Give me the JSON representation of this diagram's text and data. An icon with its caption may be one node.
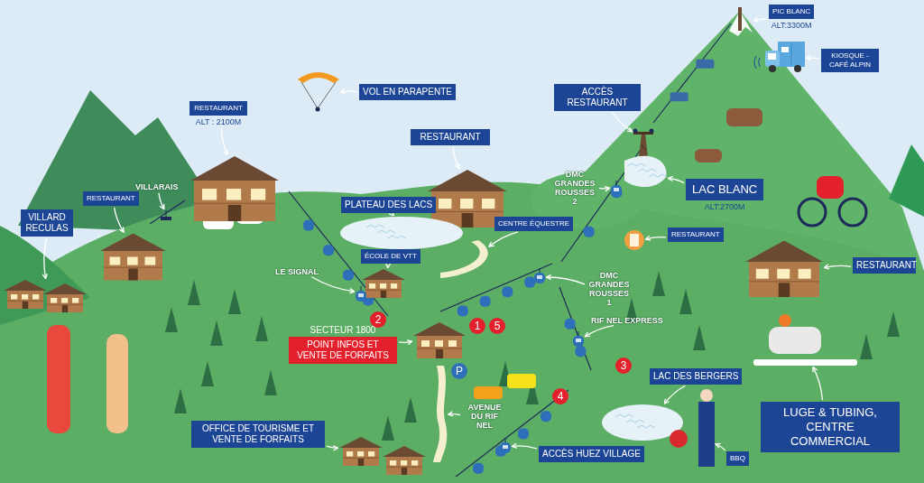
{
  "diagram": {
    "nodes": [
      {
        "text": [
          "RESTAURANT"
        ],
        "beside": [
          "ALT : 2100M"
        ]
      },
      {
        "text": [
          "VILLARAIS"
        ]
      },
      {
        "text": [
          "RESTAURANT"
        ]
      },
      {
        "text": [
          "VILLARD RECULAS"
        ]
      },
      {
        "text": [
          "VOL EN PARAPENTE"
        ]
      },
      {
        "text": [
          "RESTAURANT"
        ]
      },
      {
        "text": [
          "PLATEAU DES LACS"
        ]
      },
      {
        "text": [
          "CENTRE ÉQUESTRE"
        ]
      },
      {
        "text": [
          "ÉCOLE DE VTT"
        ]
      },
      {
        "text": [
          "LE SIGNAL"
        ]
      },
      {
        "text": [
          "ACCÈS RESTAURANT"
        ]
      },
      {
        "text": [
          "DMC GRANDES ROUSSES 2"
        ]
      },
      {
        "text": [
          "PIC BLANC"
        ],
        "beside": [
          "ALT:3300M"
        ]
      },
      {
        "text": [
          "KIOSQUE - CAFÉ ALPIN"
        ]
      },
      {
        "text": [
          "LAC BLANC"
        ],
        "beside": [
          "ALT:2700M"
        ]
      },
      {
        "text": [
          "RESTAURANT"
        ]
      },
      {
        "text": [
          "RESTAURANT"
        ]
      },
      {
        "text": [
          "DMC GRANDES ROUSSES 1"
        ]
      },
      {
        "text": [
          "POINT INFOS ET VENTE DE FORFAITS"
        ],
        "beside": [
          "SECTEUR 1800"
        ]
      },
      {
        "text": [
          "RIF NEL EXPRESS"
        ]
      },
      {
        "text": [
          "AVENUE DU RIF NEL"
        ]
      },
      {
        "text": [
          "OFFICE DE TOURISME ET VENTE DE FORFAITS"
        ]
      },
      {
        "text": [
          "ACCÈS HUEZ VILLAGE"
        ]
      },
      {
        "text": [
          "LAC DES BERGERS"
        ]
      },
      {
        "text": [
          "LUGE & TUBING, CENTRE COMMERCIAL"
        ]
      },
      {
        "text": [
          "BBQ"
        ]
      },
      {
        "text": [],
        "shape": "picture"
      },
      {
        "text": [],
        "shape": "picture"
      },
      {
        "text": [],
        "shape": "picture"
      },
      {
        "text": [],
        "shape": "picture"
      },
      {
        "text": [],
        "shape": "picture"
      },
      {
        "text": [],
        "shape": "picture"
      },
      {
        "text": [],
        "shape": "picture"
      },
      {
        "text": [],
        "shape": "picture"
      },
      {
        "text": [],
        "shape": "picture"
      },
      {
        "text": [],
        "shape": "picture"
      },
      {
        "text": [],
        "shape": "picture"
      },
      {
        "text": [],
        "shape": "picture"
      },
      {
        "text": [],
        "shape": "picture"
      },
      {
        "text": [],
        "shape": "picture"
      },
      {
        "text": [],
        "shape": "picture"
      },
      {
        "text": [],
        "shape": "picture"
      },
      {
        "text": [],
        "shape": "picture"
      },
      {
        "text": [],
        "shape": "picture"
      },
      {
        "text": [],
        "shape": "picture"
      },
      {
        "text": [],
        "shape": "picture"
      },
      {
        "text": [],
        "shape": "picture"
      },
      {
        "text": [],
        "shape": "picture"
      },
      {
        "text": [],
        "shape": "picture"
      },
      {
        "text": [],
        "shape": "picture"
      },
      {
        "text": [],
        "shape": "picture"
      },
      {
        "text": [],
        "shape": "picture"
      }
    ],
    "edges": [
      {
        "from": 0,
        "to": 26,
        "arrow": "to"
      },
      {
        "from": 1,
        "to": 27,
        "arrow": "to"
      },
      {
        "from": 2,
        "to": 28,
        "arrow": "to"
      },
      {
        "from": 3,
        "to": 29,
        "arrow": "to"
      },
      {
        "from": 4,
        "to": 30,
        "arrow": "to"
      },
      {
        "from": 5,
        "to": 31,
        "arrow": "to"
      },
      {
        "from": 6,
        "to": 32,
        "arrow": "to"
      },
      {
        "from": 7,
        "to": 51,
        "arrow": "to"
      },
      {
        "from": 8,
        "to": 34,
        "arrow": "to"
      },
      {
        "from": 9,
        "to": 35,
        "arrow": "to"
      },
      {
        "from": 10,
        "to": 36,
        "arrow": "to"
      },
      {
        "from": 11,
        "to": 37,
        "arrow": "to"
      },
      {
        "from": 12,
        "to": 38,
        "arrow": "to"
      },
      {
        "from": 13,
        "to": 39,
        "arrow": "to"
      },
      {
        "from": 14,
        "to": 40,
        "arrow": "to"
      },
      {
        "from": 15,
        "to": 41,
        "arrow": "to"
      },
      {
        "from": 16,
        "to": 42,
        "arrow": "to"
      },
      {
        "from": 17,
        "to": 43,
        "arrow": "to"
      },
      {
        "from": 18,
        "to": 44,
        "arrow": "to"
      },
      {
        "from": 19,
        "to": 45,
        "arrow": "to"
      },
      {
        "from": 20,
        "to": 33,
        "arrow": "to"
      },
      {
        "from": 21,
        "to": 46,
        "arrow": "to"
      },
      {
        "from": 22,
        "to": 47,
        "arrow": "to"
      },
      {
        "from": 23,
        "to": 48,
        "arrow": "to"
      },
      {
        "from": 24,
        "to": 49,
        "arrow": "to"
      },
      {
        "from": 25,
        "to": 50,
        "arrow": "to"
      }
    ],
    "labels": [
      "2",
      "1",
      "5",
      "3",
      "P",
      "4"
    ]
  }
}
